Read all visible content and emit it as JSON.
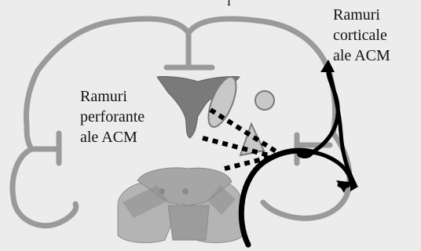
{
  "top_mark": "l",
  "labels": {
    "cortical": [
      "Ramuri",
      "corticale",
      "ale ACM"
    ],
    "perforant": [
      "Ramuri",
      "perforante",
      "ale ACM"
    ]
  },
  "colors": {
    "background": "#ececec",
    "brain_outline": "#9a9a9a",
    "artery": "#000000",
    "ventricle": "#7a7a7a",
    "thalamus_fill": "#c8c8c8",
    "brainstem_fill": "#b4b4b4",
    "triangle_fill": "#c8c8c8"
  }
}
